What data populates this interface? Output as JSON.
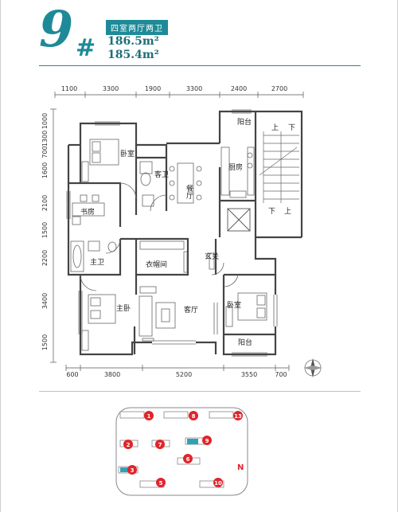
{
  "header": {
    "building_number": "9",
    "hash_mark": "#",
    "layout_type": "四室两厅两卫",
    "area_1": "186.5m²",
    "area_2": "185.4m²"
  },
  "dimensions": {
    "top": [
      "1100",
      "3300",
      "1900",
      "3300",
      "2400",
      "2700"
    ],
    "left": [
      "1000",
      "1300",
      "700",
      "1600",
      "2100",
      "1500",
      "2200",
      "3400",
      "1500"
    ],
    "bottom": [
      "600",
      "3800",
      "5200",
      "3550",
      "700"
    ]
  },
  "rooms": {
    "balcony_top": "阳台",
    "stair_up_1": "上",
    "stair_down_1": "下",
    "bedroom_top": "卧室",
    "guest_bath": "客卫",
    "dining": "餐厅",
    "kitchen": "厨房",
    "stair_down_2": "下",
    "stair_up_2": "上",
    "study": "书房",
    "master_bath": "主卫",
    "closet": "衣帽间",
    "entrance": "玄关",
    "master_bedroom": "主卧",
    "living": "客厅",
    "bedroom_right": "卧室",
    "balcony_bottom": "阳台"
  },
  "compass": {
    "label": "N"
  },
  "site_plan": {
    "buildings": [
      "1",
      "8",
      "13",
      "2",
      "7",
      "9",
      "6",
      "3",
      "5",
      "10"
    ],
    "highlighted": "9",
    "north": "N"
  }
}
